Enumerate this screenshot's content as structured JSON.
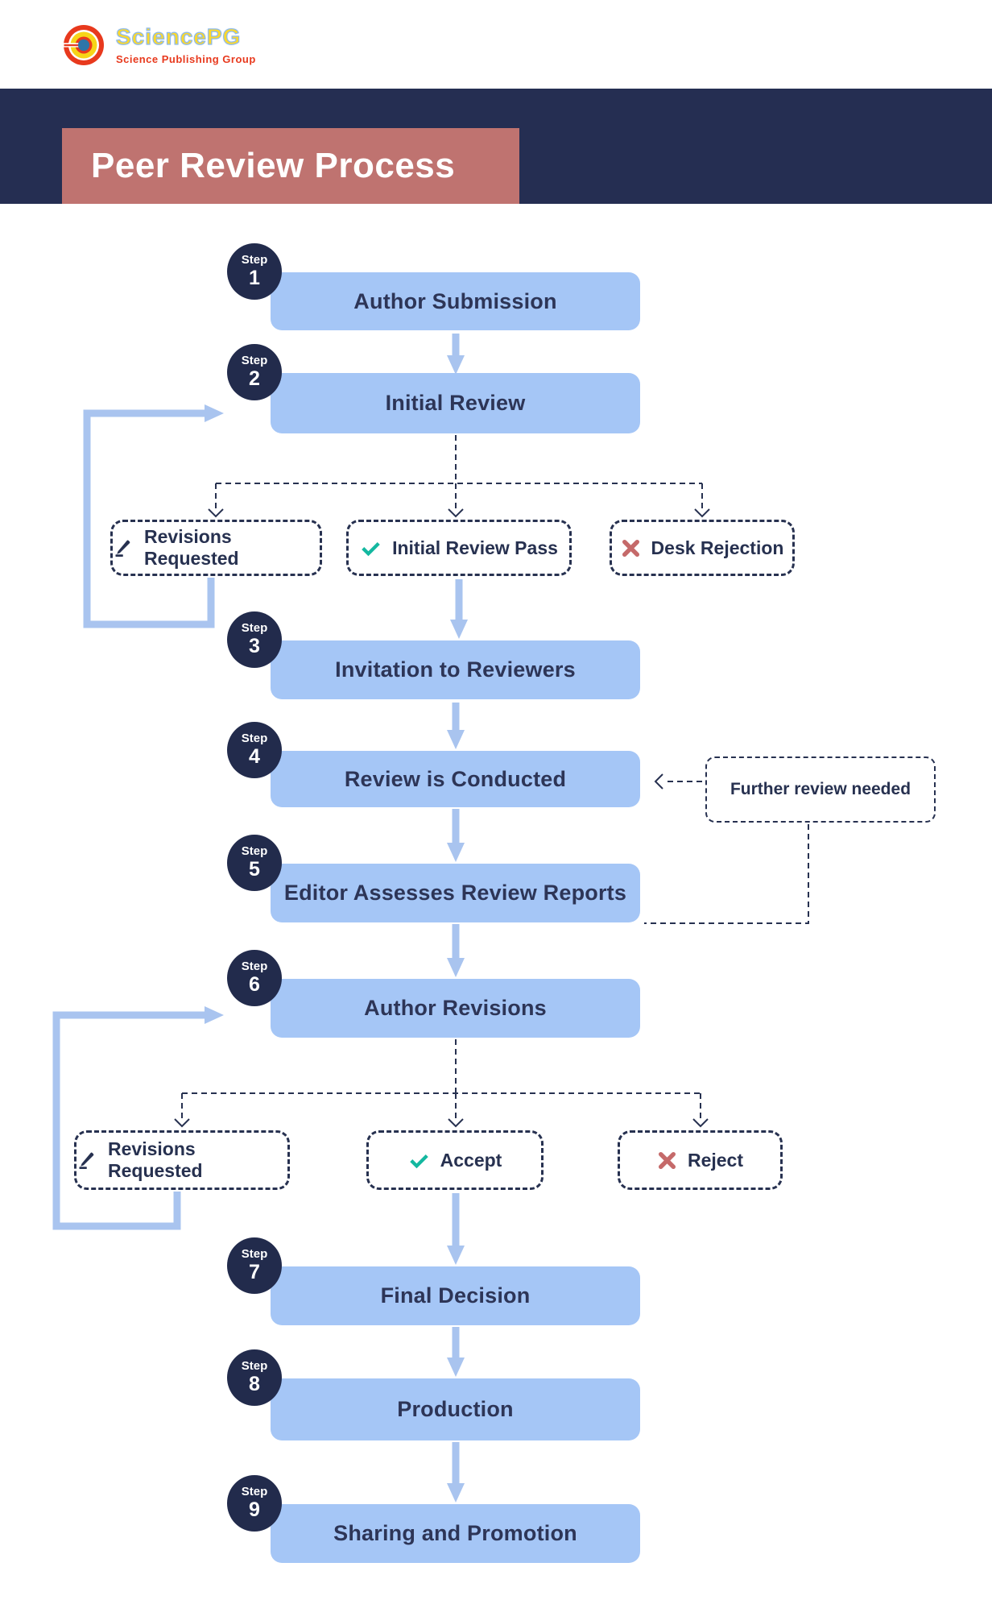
{
  "logo": {
    "brand": "SciencePG",
    "tagline": "Science Publishing Group"
  },
  "header": {
    "title": "Peer Review Process"
  },
  "steps": [
    {
      "badge": "Step",
      "number": "1",
      "label": "Author Submission"
    },
    {
      "badge": "Step",
      "number": "2",
      "label": "Initial Review"
    },
    {
      "badge": "Step",
      "number": "3",
      "label": "Invitation to Reviewers"
    },
    {
      "badge": "Step",
      "number": "4",
      "label": "Review is Conducted"
    },
    {
      "badge": "Step",
      "number": "5",
      "label": "Editor Assesses Review Reports"
    },
    {
      "badge": "Step",
      "number": "6",
      "label": "Author Revisions"
    },
    {
      "badge": "Step",
      "number": "7",
      "label": "Final Decision"
    },
    {
      "badge": "Step",
      "number": "8",
      "label": "Production"
    },
    {
      "badge": "Step",
      "number": "9",
      "label": "Sharing and Promotion"
    }
  ],
  "initial_review_outcomes": [
    {
      "label": "Revisions Requested",
      "icon": "pencil-icon"
    },
    {
      "label": "Initial Review Pass",
      "icon": "check-icon"
    },
    {
      "label": "Desk Rejection",
      "icon": "x-icon"
    }
  ],
  "decision_outcomes": [
    {
      "label": "Revisions Requested",
      "icon": "pencil-icon"
    },
    {
      "label": "Accept",
      "icon": "check-icon"
    },
    {
      "label": "Reject",
      "icon": "x-icon"
    }
  ],
  "annotations": {
    "further_review": "Further review needed"
  },
  "colors": {
    "navy_band": "#252e52",
    "badge_navy": "#222b4c",
    "box_blue": "#a5c6f6",
    "arrow_blue": "#a9c4ef",
    "dash_navy": "#273150",
    "title_bg": "#bf7370",
    "check_teal": "#14b8a0",
    "reject_red": "#c56a6a",
    "label_navy": "#2d3557"
  }
}
